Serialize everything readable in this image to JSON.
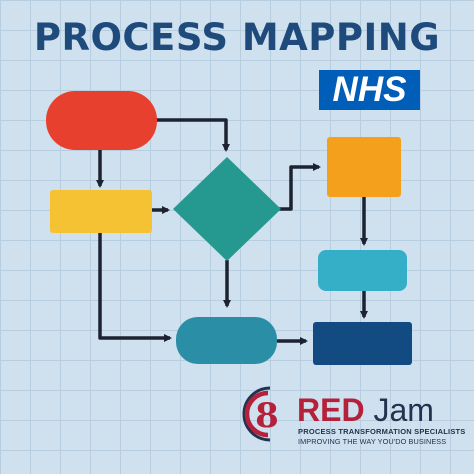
{
  "header": {
    "title": "PROCESS MAPPING"
  },
  "badge": {
    "text": "NHS"
  },
  "flowchart": {
    "nodes": [
      {
        "id": "start",
        "shape": "rounded-rectangle",
        "color": "#e8402e"
      },
      {
        "id": "step",
        "shape": "rectangle",
        "color": "#f5c234"
      },
      {
        "id": "decision",
        "shape": "diamond",
        "color": "#25998f"
      },
      {
        "id": "orange-process",
        "shape": "rectangle",
        "color": "#f5a01d"
      },
      {
        "id": "cyan-process",
        "shape": "rounded-rectangle",
        "color": "#35aec8"
      },
      {
        "id": "teal-process",
        "shape": "rounded-rectangle",
        "color": "#2a8ea6"
      },
      {
        "id": "end",
        "shape": "rectangle",
        "color": "#124a82"
      }
    ],
    "edges": [
      [
        "start",
        "step"
      ],
      [
        "start",
        "decision"
      ],
      [
        "step",
        "decision"
      ],
      [
        "step",
        "teal-process"
      ],
      [
        "decision",
        "orange-process"
      ],
      [
        "decision",
        "teal-process"
      ],
      [
        "orange-process",
        "cyan-process"
      ],
      [
        "cyan-process",
        "end"
      ],
      [
        "teal-process",
        "end"
      ]
    ],
    "arrow_color": "#1d2230"
  },
  "logo": {
    "mark": "8",
    "name_red": "RED",
    "name_jam": "Jam",
    "tagline1": "PROCESS TRANSFORMATION SPECIALISTS",
    "tagline2": "IMPROVING THE WAY YOU'DO BUSINESS",
    "colors": {
      "red": "#b5203a",
      "navy": "#24324f"
    }
  }
}
